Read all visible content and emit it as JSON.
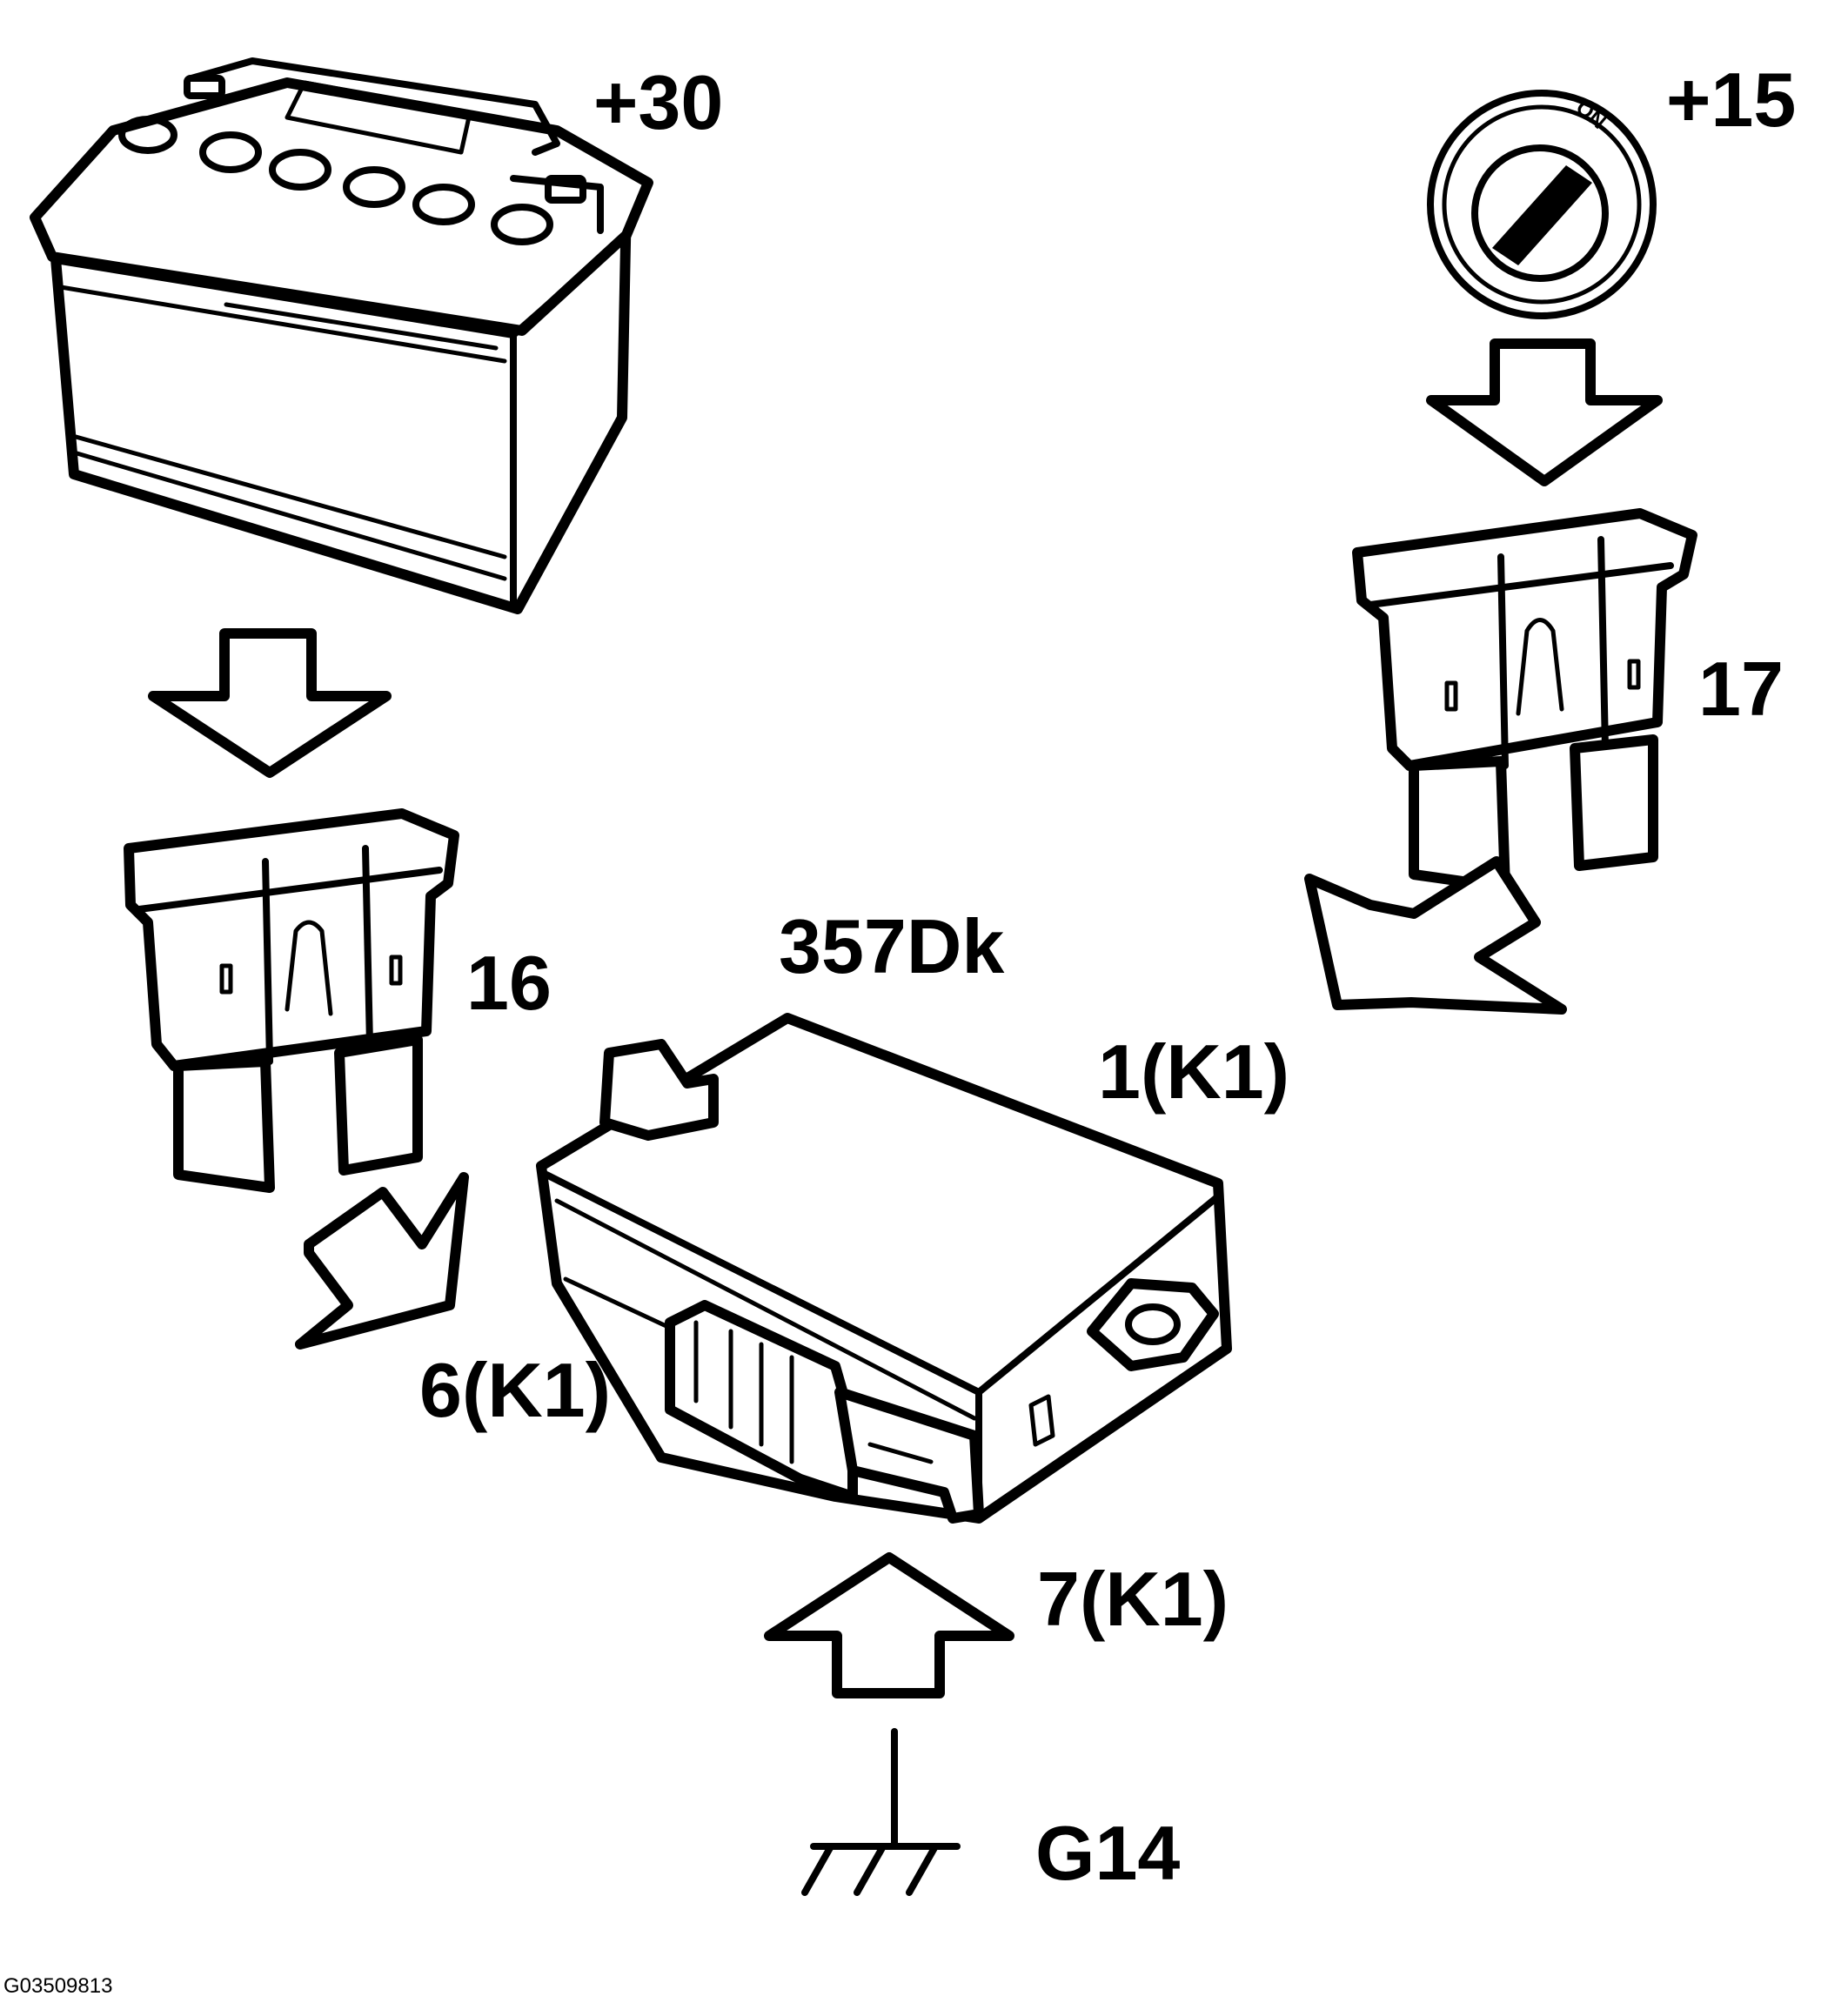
{
  "labels": {
    "battery_terminal": "+30",
    "ignition_terminal": "+15",
    "ignition_on_text": "ON",
    "fuse_left": "16",
    "fuse_right": "17",
    "module": "357Dk",
    "pin_1": "1(K1)",
    "pin_6": "6(K1)",
    "pin_7": "7(K1)",
    "ground": "G14",
    "figure_code": "G03509813"
  },
  "icons": {
    "battery": "car-battery-icon",
    "ignition": "ignition-switch-icon",
    "fuse": "blade-fuse-icon",
    "module": "control-module-icon",
    "ground": "ground-symbol-icon",
    "arrow": "hollow-arrow-icon"
  },
  "colors": {
    "line": "#000000",
    "fill": "#ffffff"
  }
}
